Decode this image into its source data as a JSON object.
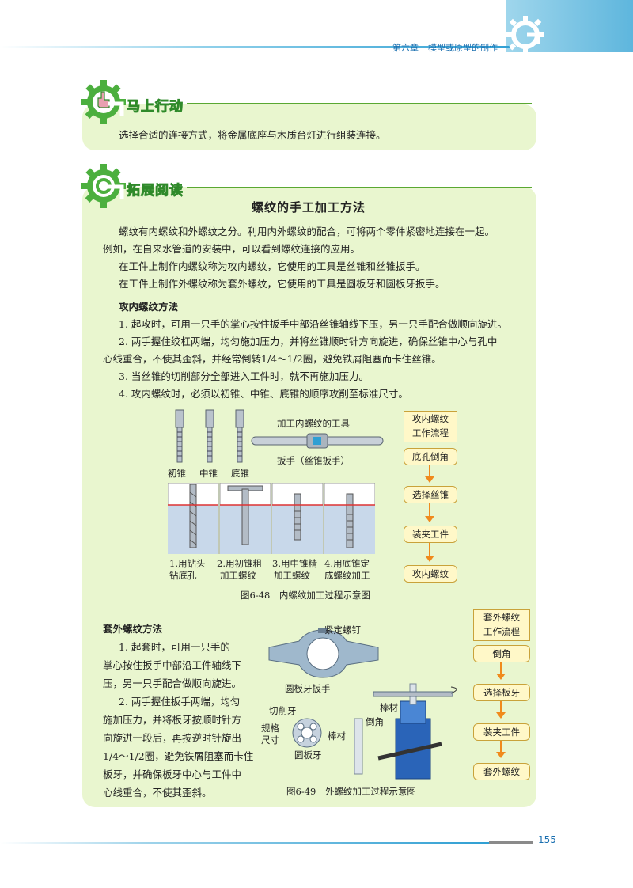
{
  "header": {
    "chapter": "第六章",
    "chapter_title": "模型或原型的制作"
  },
  "section1": {
    "title": "马上行动",
    "text": "选择合适的连接方式，将金属底座与木质台灯进行组装连接。"
  },
  "section2": {
    "title": "拓展阅读",
    "heading": "螺纹的手工加工方法",
    "intro": [
      "螺纹有内螺纹和外螺纹之分。利用内外螺纹的配合，可将两个零件紧密地连接在一起。",
      "例如，在自来水管道的安装中，可以看到螺纹连接的应用。",
      "在工件上制作内螺纹称为攻内螺纹，它使用的工具是丝锥和丝锥扳手。",
      "在工件上制作外螺纹称为套外螺纹，它使用的工具是圆板牙和圆板牙扳手。"
    ],
    "internal": {
      "title": "攻内螺纹方法",
      "steps": [
        "1. 起攻时，可用一只手的掌心按住扳手中部沿丝锥轴线下压，另一只手配合做顺向旋进。",
        "2. 两手握住绞杠两端，均匀施加压力，并将丝锥顺时针方向旋进，确保丝锥中心与孔中",
        "心线重合，不使其歪斜，并经常倒转1/4～1/2圈，避免铁屑阻塞而卡住丝锥。",
        "3. 当丝锥的切削部分全部进入工件时，就不再施加压力。",
        "4. 攻内螺纹时，必须以初锥、中锥、底锥的顺序攻削至标准尺寸。"
      ],
      "figure": {
        "tool_label": "加工内螺纹的工具",
        "wrench_label": "扳手（丝锥扳手）",
        "taps": [
          "初锥",
          "中锥",
          "底锥"
        ],
        "process": [
          [
            "1.用钻头",
            "钻底孔"
          ],
          [
            "2.用初锥粗",
            "加工螺纹"
          ],
          [
            "3.用中锥精",
            "加工螺纹"
          ],
          [
            "4.用底锥定",
            "成螺纹加工"
          ]
        ],
        "caption": "图6-48　内螺纹加工过程示意图"
      },
      "flow": {
        "head": [
          "攻内螺纹",
          "工作流程"
        ],
        "steps": [
          "底孔倒角",
          "选择丝锥",
          "装夹工件",
          "攻内螺纹"
        ]
      }
    },
    "external": {
      "title": "套外螺纹方法",
      "steps": [
        "1. 起套时，可用一只手的",
        "掌心按住扳手中部沿工件轴线下",
        "压，另一只手配合做顺向旋进。",
        "2. 两手握住扳手两端，均匀",
        "施加压力，并将板牙按顺时针方",
        "向旋进一段后，再按逆时针旋出",
        "1/4～1/2圈，避免铁屑阻塞而卡住",
        "板牙，并确保板牙中心与工件中",
        "心线重合，不使其歪斜。"
      ],
      "figure": {
        "screw_label": "紧定螺钉",
        "wrench_label": "圆板牙扳手",
        "cutting_label": "切削牙",
        "size_label": [
          "规格",
          "尺寸"
        ],
        "die_label": "圆板牙",
        "bar_label1": "棒材",
        "bar_label2": "棒材",
        "chamfer_label": "倒角",
        "caption": "图6-49　外螺纹加工过程示意图"
      },
      "flow": {
        "head": [
          "套外螺纹",
          "工作流程"
        ],
        "steps": [
          "倒角",
          "选择板牙",
          "装夹工件",
          "套外螺纹"
        ]
      }
    }
  },
  "footer": {
    "page": "155"
  },
  "colors": {
    "box": "#e9f6cf",
    "accent_green": "#5aa832",
    "accent_blue": "#2f9fd3",
    "arrow": "#f08a1c"
  }
}
